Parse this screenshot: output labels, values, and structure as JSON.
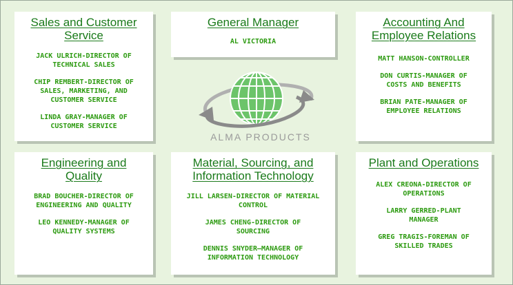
{
  "cards": {
    "sales": {
      "title": "Sales and Customer\nService",
      "entries": [
        "JACK ULRICH-DIRECTOR OF\nTECHNICAL SALES",
        "CHIP REMBERT-DIRECTOR OF\nSALES, MARKETING, AND\nCUSTOMER SERVICE",
        "LINDA GRAY-MANAGER OF\nCUSTOMER SERVICE"
      ]
    },
    "gm": {
      "title": "General Manager",
      "entries": [
        "AL VICTORIA"
      ]
    },
    "accounting": {
      "title": "Accounting And\nEmployee Relations",
      "entries": [
        "MATT HANSON-CONTROLLER",
        "DON CURTIS-MANAGER OF\nCOSTS AND BENEFITS",
        "BRIAN PATE-MANAGER OF\nEMPLOYEE RELATIONS"
      ]
    },
    "engineering": {
      "title": "Engineering and\nQuality",
      "entries": [
        "BRAD BOUCHER-DIRECTOR OF\nENGINEERING AND QUALITY",
        "LEO KENNEDY-MANAGER OF\nQUALITY SYSTEMS"
      ]
    },
    "material": {
      "title": "Material, Sourcing, and\nInformation Technology",
      "entries": [
        "JILL LARSEN-DIRECTOR OF MATERIAL\nCONTROL",
        "JAMES CHENG-DIRECTOR OF\nSOURCING",
        "DENNIS SNYDER—MANAGER OF\nINFORMATION TECHNOLOGY"
      ]
    },
    "plant": {
      "title": "Plant and Operations",
      "entries": [
        "ALEX CREONA-DIRECTOR OF\nOPERATIONS",
        "LARRY GERRED-PLANT\nMANAGER",
        "GREG TRAGIS-FOREMAN OF\nSKILLED TRADES"
      ]
    }
  },
  "logo": {
    "text": "ALMA PRODUCTS",
    "icon": "globe-with-orbit-arrows-icon"
  },
  "colors": {
    "background": "#e8f3df",
    "title": "#1a7a1a",
    "entry": "#2c9a10",
    "globe": "#5cb85c",
    "orbit": "#8a8a8a"
  }
}
